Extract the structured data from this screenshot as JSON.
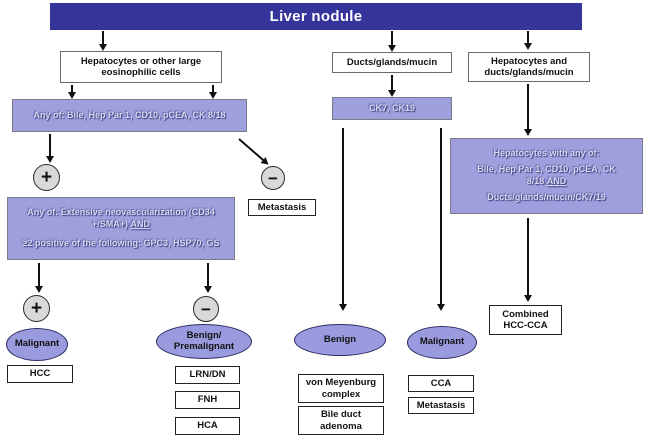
{
  "colors": {
    "header_bg": "#34349b",
    "panel_bg": "#9f9fdd",
    "ellipse_bg": "#9a9ade",
    "circle_bg": "#d9d9d9",
    "arrow": "#111111"
  },
  "header": {
    "title": "Liver nodule"
  },
  "branches": {
    "left": {
      "label": "Hepatocytes or other large eosinophilic cells"
    },
    "middle": {
      "label": "Ducts/glands/mucin"
    },
    "right": {
      "label": "Hepatocytes and ducts/glands/mucin"
    }
  },
  "panels": {
    "left_markers": "Any of: Bile, Hep Par 1, CD10, pCEA, CK 8/18",
    "middle_markers": "CK7, CK19",
    "right_markers": {
      "line1": "Hepatocytes with any of:",
      "line2": "Bile, Hep Par 1, CD10, pCEA, CK 8/18",
      "conjunction": "AND",
      "line3": "Ducts/glands/mucin/CK7/19"
    },
    "neovascularization": {
      "line1": "Any of: Extensive neovascularization (CD34 +/SMA+)",
      "conjunction": "AND",
      "line2": "≥2 positive of the following: GPC3, HSP70, GS"
    }
  },
  "signs": {
    "positive": "+",
    "negative": "−"
  },
  "outcomes": {
    "malignant_hepatocellular": "Malignant",
    "hcc": "HCC",
    "benign_premalignant": "Benign/ Premalignant",
    "lrn_dn": "LRN/DN",
    "fnh": "FNH",
    "hca": "HCA",
    "metastasis_negative_markers": "Metastasis",
    "benign_ductal": "Benign",
    "von_meyenburg": "von Meyenburg complex",
    "bile_duct_adenoma": "Bile duct adenoma",
    "malignant_ductal": "Malignant",
    "cca": "CCA",
    "metastasis_ductal": "Metastasis",
    "combined_hcc_cca": "Combined HCC-CCA"
  }
}
